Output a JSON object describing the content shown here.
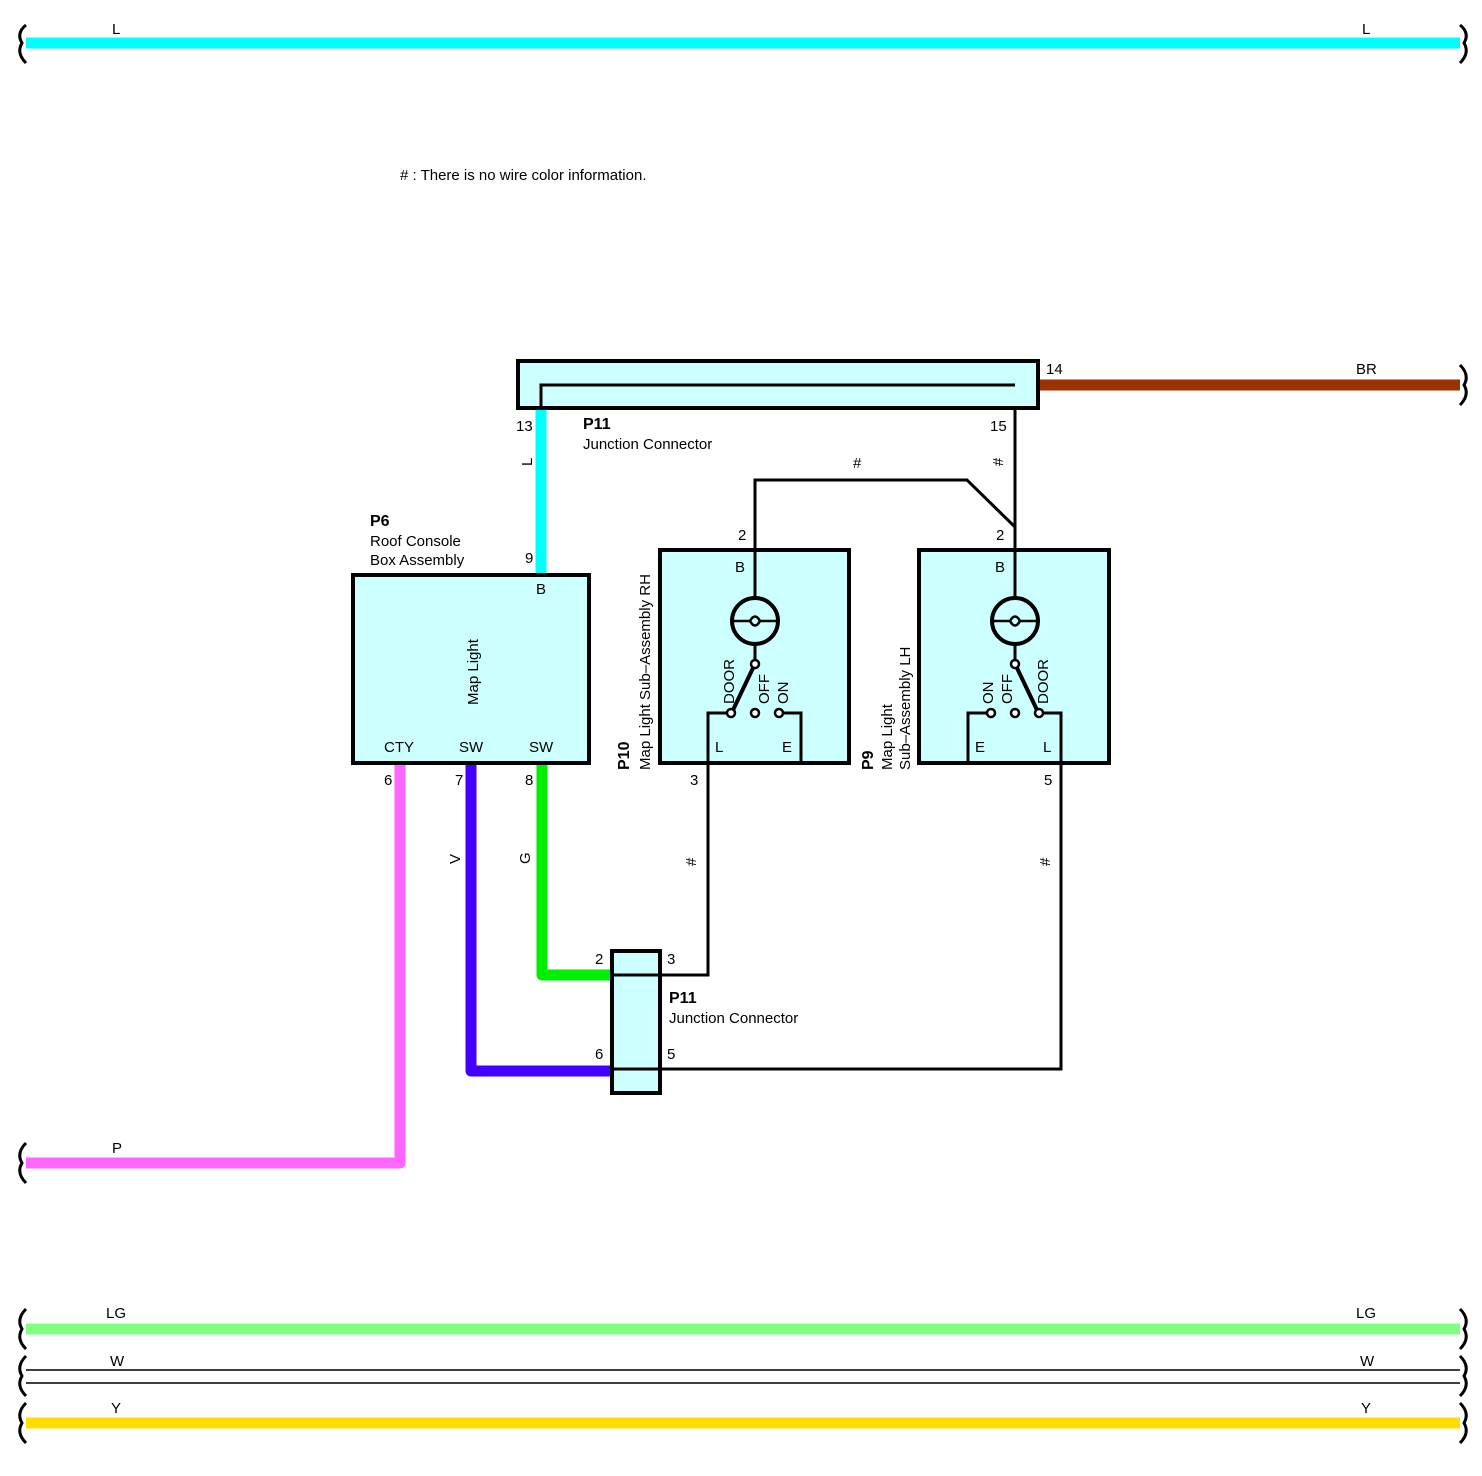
{
  "note": "# : There is no wire color information.",
  "colors": {
    "L": "#00ffff",
    "BR": "#993300",
    "P": "#ff66ff",
    "V": "#4400ff",
    "G": "#00ee00",
    "LG": "#80ff80",
    "Y": "#ffdd00",
    "box_fill": "#ccffff"
  },
  "bus_lines": {
    "top_L": {
      "left": "L",
      "right": "L"
    },
    "LG": {
      "left": "LG",
      "right": "LG"
    },
    "W": {
      "left": "W",
      "right": "W"
    },
    "Y": {
      "left": "Y",
      "right": "Y"
    },
    "P": "P",
    "BR": "BR"
  },
  "p11_top": {
    "code": "P11",
    "name": "Junction Connector",
    "pin_13": "13",
    "pin_14": "14",
    "pin_15": "15"
  },
  "p11_bottom": {
    "code": "P11",
    "name": "Junction Connector",
    "pin_2": "2",
    "pin_3": "3",
    "pin_5": "5",
    "pin_6": "6"
  },
  "p6": {
    "code": "P6",
    "name_line1": "Roof Console",
    "name_line2": "Box Assembly",
    "inner_label": "Map Light",
    "pin_9": "9",
    "pin_6": "6",
    "pin_7": "7",
    "pin_8": "8",
    "term_B": "B",
    "term_CTY": "CTY",
    "term_SW1": "SW",
    "term_SW2": "SW"
  },
  "p10": {
    "code": "P10",
    "name": "Map Light Sub–Assembly RH",
    "pin_2": "2",
    "pin_3": "3",
    "term_B": "B",
    "term_L": "L",
    "term_E": "E",
    "pos_door": "DOOR",
    "pos_off": "OFF",
    "pos_on": "ON"
  },
  "p9": {
    "code": "P9",
    "name_line1": "Map Light",
    "name_line2": "Sub–Assembly LH",
    "pin_2": "2",
    "pin_5": "5",
    "term_B": "B",
    "term_E": "E",
    "term_L": "L",
    "pos_on": "ON",
    "pos_off": "OFF",
    "pos_door": "DOOR"
  },
  "wire_labels": {
    "L_vertical": "L",
    "V": "V",
    "G": "G",
    "hash": "#"
  }
}
